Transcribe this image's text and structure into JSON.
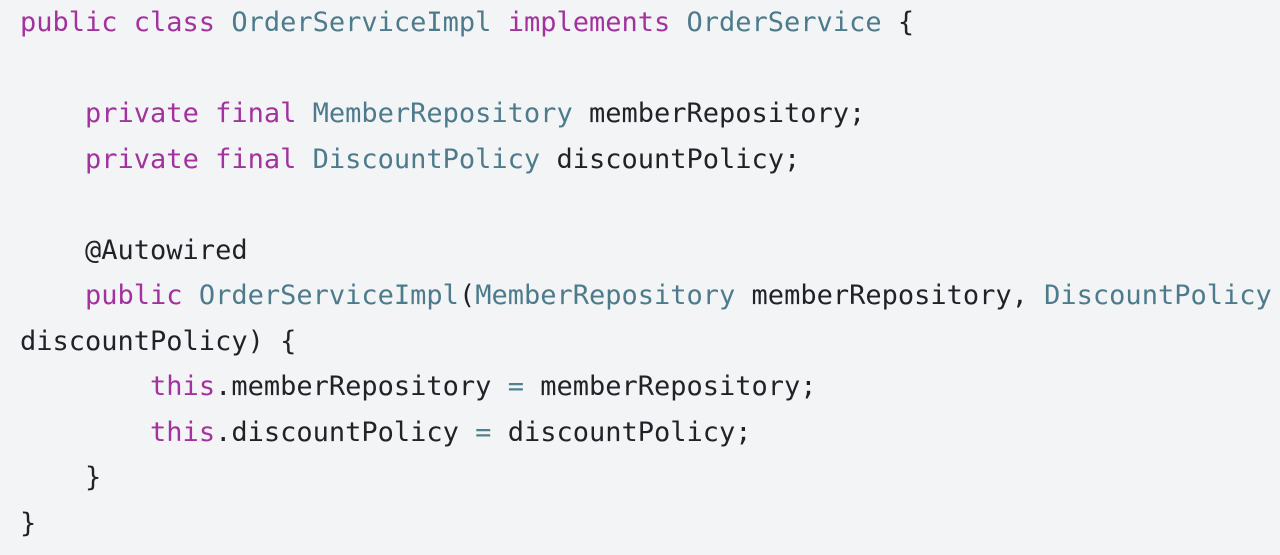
{
  "colors": {
    "background": "#f3f4f5",
    "keyword": "#a3329f",
    "type": "#4d7b8c",
    "plain": "#1f2328",
    "operator": "#53808d"
  },
  "code": {
    "language": "java",
    "lines": [
      {
        "tokens": [
          {
            "t": "public class ",
            "c": "keyword"
          },
          {
            "t": "OrderServiceImpl",
            "c": "type"
          },
          {
            "t": " ",
            "c": "plain"
          },
          {
            "t": "implements",
            "c": "keyword"
          },
          {
            "t": " ",
            "c": "plain"
          },
          {
            "t": "OrderService",
            "c": "type"
          },
          {
            "t": " {",
            "c": "plain"
          }
        ]
      },
      {
        "tokens": []
      },
      {
        "tokens": [
          {
            "t": "    ",
            "c": "plain"
          },
          {
            "t": "private final ",
            "c": "keyword"
          },
          {
            "t": "MemberRepository",
            "c": "type"
          },
          {
            "t": " memberRepository;",
            "c": "plain"
          }
        ]
      },
      {
        "tokens": [
          {
            "t": "    ",
            "c": "plain"
          },
          {
            "t": "private final ",
            "c": "keyword"
          },
          {
            "t": "DiscountPolicy",
            "c": "type"
          },
          {
            "t": " discountPolicy;",
            "c": "plain"
          }
        ]
      },
      {
        "tokens": []
      },
      {
        "tokens": [
          {
            "t": "    @Autowired",
            "c": "plain"
          }
        ]
      },
      {
        "tokens": [
          {
            "t": "    ",
            "c": "plain"
          },
          {
            "t": "public",
            "c": "keyword"
          },
          {
            "t": " ",
            "c": "plain"
          },
          {
            "t": "OrderServiceImpl",
            "c": "type"
          },
          {
            "t": "(",
            "c": "plain"
          },
          {
            "t": "MemberRepository",
            "c": "type"
          },
          {
            "t": " memberRepository, ",
            "c": "plain"
          },
          {
            "t": "DiscountPolicy",
            "c": "type"
          }
        ]
      },
      {
        "tokens": [
          {
            "t": "discountPolicy) {",
            "c": "plain"
          }
        ]
      },
      {
        "tokens": [
          {
            "t": "        ",
            "c": "plain"
          },
          {
            "t": "this",
            "c": "keyword"
          },
          {
            "t": ".memberRepository ",
            "c": "plain"
          },
          {
            "t": "=",
            "c": "operator"
          },
          {
            "t": " memberRepository;",
            "c": "plain"
          }
        ]
      },
      {
        "tokens": [
          {
            "t": "        ",
            "c": "plain"
          },
          {
            "t": "this",
            "c": "keyword"
          },
          {
            "t": ".discountPolicy ",
            "c": "plain"
          },
          {
            "t": "=",
            "c": "operator"
          },
          {
            "t": " discountPolicy;",
            "c": "plain"
          }
        ]
      },
      {
        "tokens": [
          {
            "t": "    }",
            "c": "plain"
          }
        ]
      },
      {
        "tokens": [
          {
            "t": "}",
            "c": "plain"
          }
        ]
      }
    ]
  }
}
